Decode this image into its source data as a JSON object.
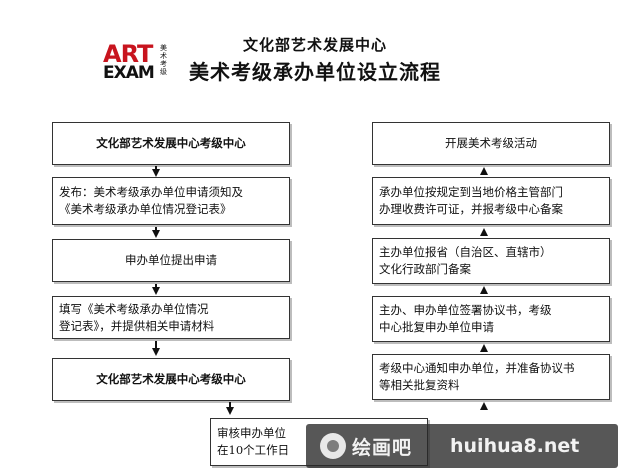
{
  "header": {
    "org": "文化部艺术发展中心",
    "title": "美术考级承办单位设立流程",
    "logo": {
      "art": "ART",
      "exam": "EXAM",
      "side": "美术考级"
    }
  },
  "left_steps": [
    "文化部艺术发展中心考级中心",
    "发布：美术考级承办单位申请须知及\n《美术考级承办单位情况登记表》",
    "申办单位提出申请",
    "填写《美术考级承办单位情况\n登记表》，并提供相关申请材料",
    "文化部艺术发展中心考级中心",
    "审核申办单位\n在10个工作日"
  ],
  "right_steps": [
    "开展美术考级活动",
    "承办单位按规定到当地价格主管部门\n办理收费许可证，并报考级中心备案",
    "主办单位报省（自治区、直辖市）\n文化行政部门备案",
    "主办、申办单位签署协议书，考级\n中心批复申办单位申请",
    "考级中心通知申办单位，并准备协议书\n等相关批复资料"
  ],
  "watermark": {
    "name": "绘画吧",
    "url": "huihua8.net"
  }
}
